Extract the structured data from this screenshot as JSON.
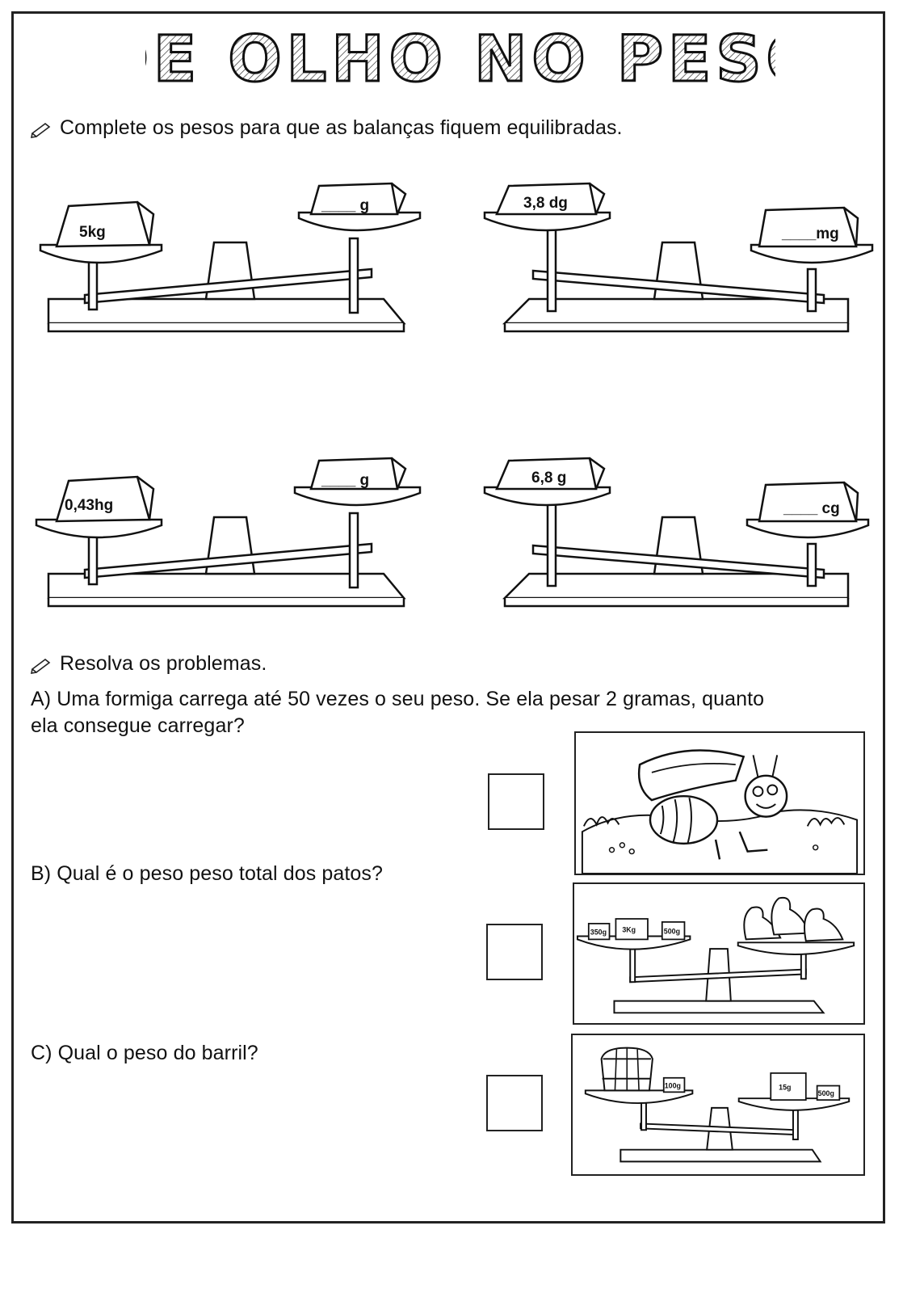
{
  "title": "DE OLHO NO PESO",
  "section1": {
    "instruction": "Complete os pesos para que as balanças fiquem equilibradas.",
    "scales": [
      {
        "left_label": "5kg",
        "right_label": "____ g"
      },
      {
        "left_label": "3,8 dg",
        "right_label": "____mg"
      },
      {
        "left_label": "0,43hg",
        "right_label": "____ g"
      },
      {
        "left_label": "6,8 g",
        "right_label": "____ cg"
      }
    ]
  },
  "section2": {
    "instruction": "Resolva os problemas.",
    "problems": [
      {
        "text_line1": "A)  Uma formiga carrega até 50 vezes o seu peso. Se ela pesar 2 gramas, quanto",
        "text_line2": "ela consegue carregar?"
      },
      {
        "text_line1": "B)   Qual é o peso peso total dos patos?"
      },
      {
        "text_line1": "C)   Qual o peso do barril?"
      }
    ],
    "duck_scale_weights": [
      "350g",
      "3Kg",
      "500g"
    ],
    "barrel_scale_weights": [
      "100g",
      "15g",
      "500g"
    ]
  }
}
